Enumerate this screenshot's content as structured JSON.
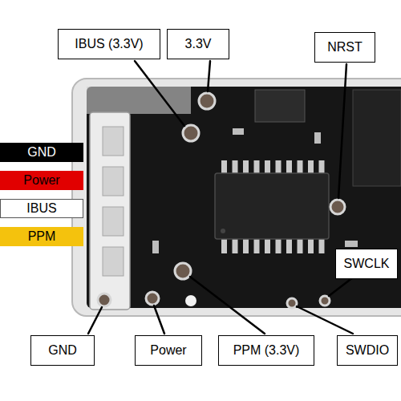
{
  "diagram": {
    "nodes": [
      {
        "text": [
          "IBUS (3.3V)"
        ]
      },
      {
        "text": [
          "3.3V"
        ]
      },
      {
        "text": [
          "NRST"
        ]
      },
      {
        "text": [
          "GND"
        ]
      },
      {
        "text": [
          "Power"
        ]
      },
      {
        "text": [
          "IBUS"
        ]
      },
      {
        "text": [
          "PPM"
        ]
      },
      {
        "text": [
          "SWCLK"
        ]
      },
      {
        "text": [
          "GND"
        ]
      },
      {
        "text": [
          "Power"
        ]
      },
      {
        "text": [
          "PPM (3.3V)"
        ]
      },
      {
        "text": [
          "SWDIO"
        ]
      }
    ]
  }
}
